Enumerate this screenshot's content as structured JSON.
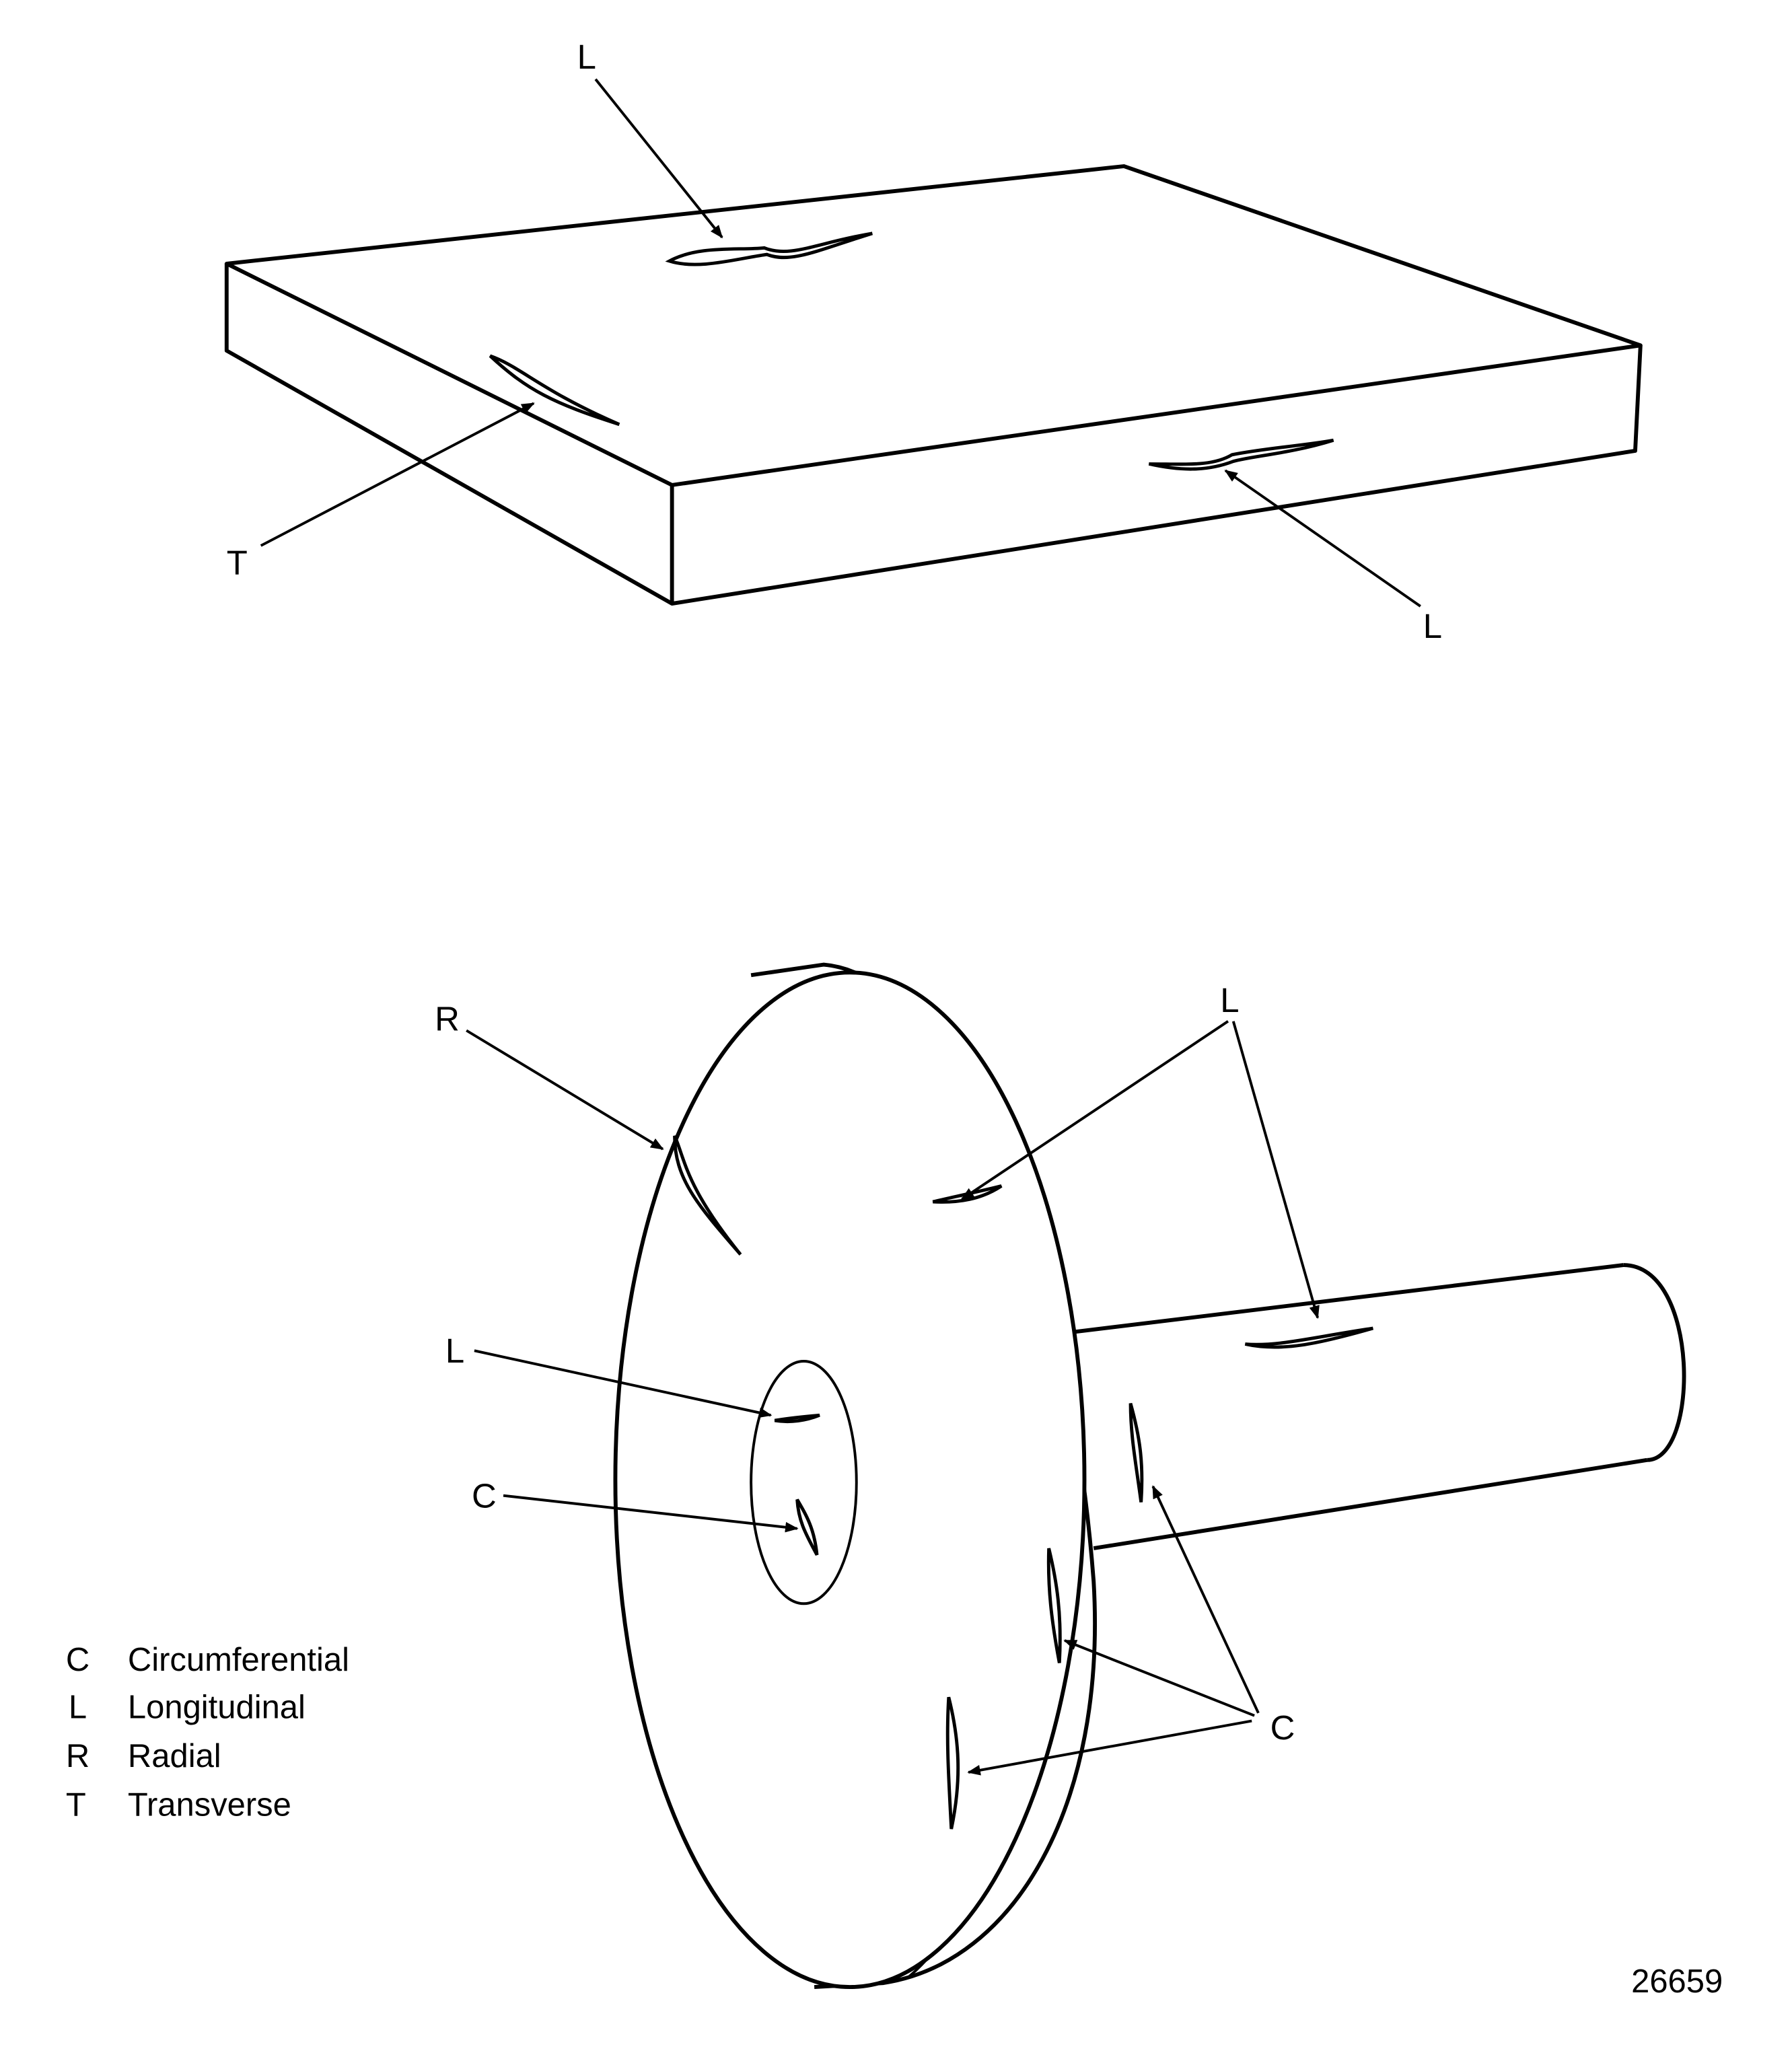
{
  "labels": {
    "plate_top_L": "L",
    "plate_T": "T",
    "plate_side_L": "L",
    "disc_R": "R",
    "disc_rim_L": "L",
    "disc_bore_L": "L",
    "disc_bore_C": "C",
    "disc_outer_C": "C"
  },
  "legend": [
    {
      "code": "C",
      "text": "Circumferential"
    },
    {
      "code": "L",
      "text": "Longitudinal"
    },
    {
      "code": "R",
      "text": "Radial"
    },
    {
      "code": "T",
      "text": "Transverse"
    }
  ],
  "figure_number": "26659"
}
